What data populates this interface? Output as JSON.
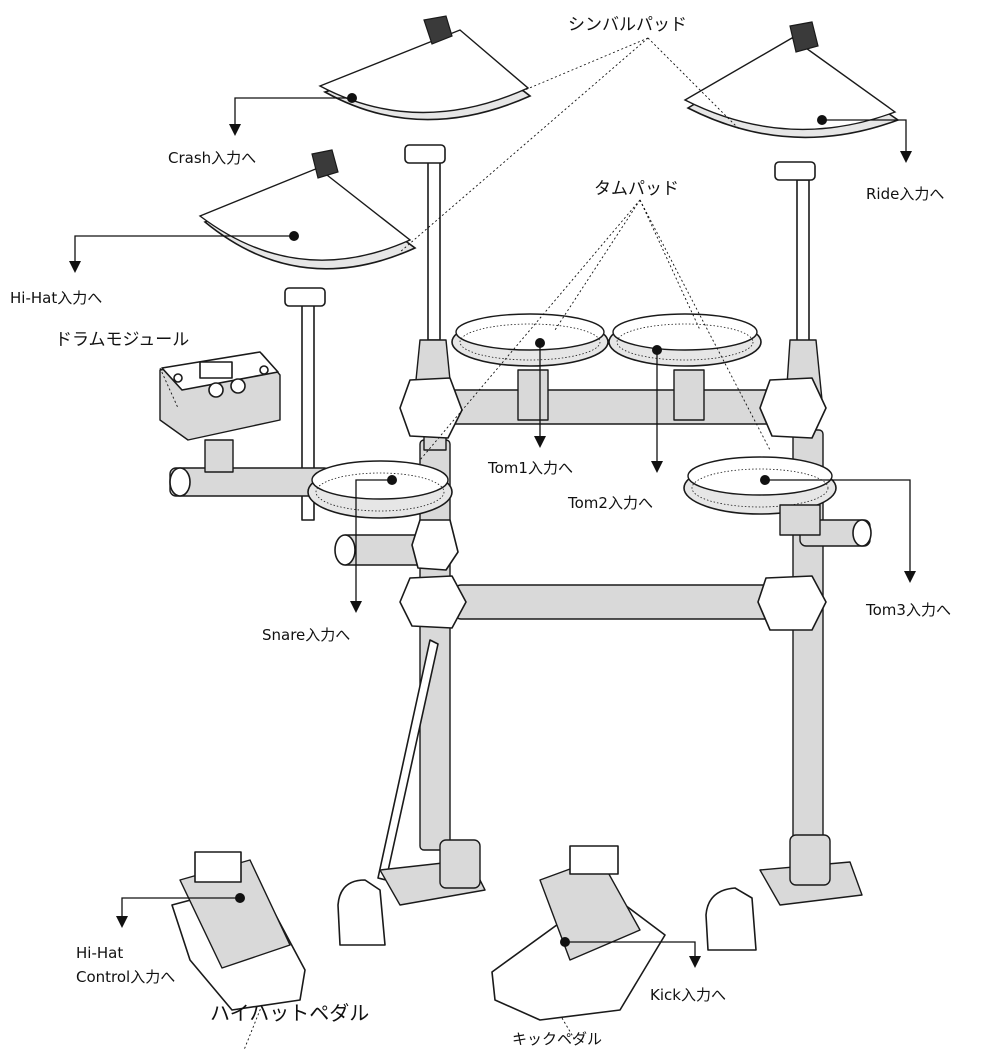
{
  "labels": {
    "cymbal_pads": "シンバルパッド",
    "crash": "Crash入力へ",
    "ride": "Ride入力へ",
    "hihat": "Hi-Hat入力へ",
    "tom_pads": "タムパッド",
    "drum_module": "ドラムモジュール",
    "tom1": "Tom1入力へ",
    "tom2": "Tom2入力へ",
    "tom3": "Tom3入力へ",
    "snare": "Snare入力へ",
    "hihat_control_line1": "Hi-Hat",
    "hihat_control_line2": "Control入力へ",
    "hihat_pedal": "ハイハットペダル",
    "kick": "Kick入力へ",
    "kick_pedal": "キックペダル"
  },
  "colors": {
    "line": "#111111",
    "pad_rim": "#e6e6e6",
    "metal": "#d9d9d9",
    "dark": "#3a3a3a"
  }
}
